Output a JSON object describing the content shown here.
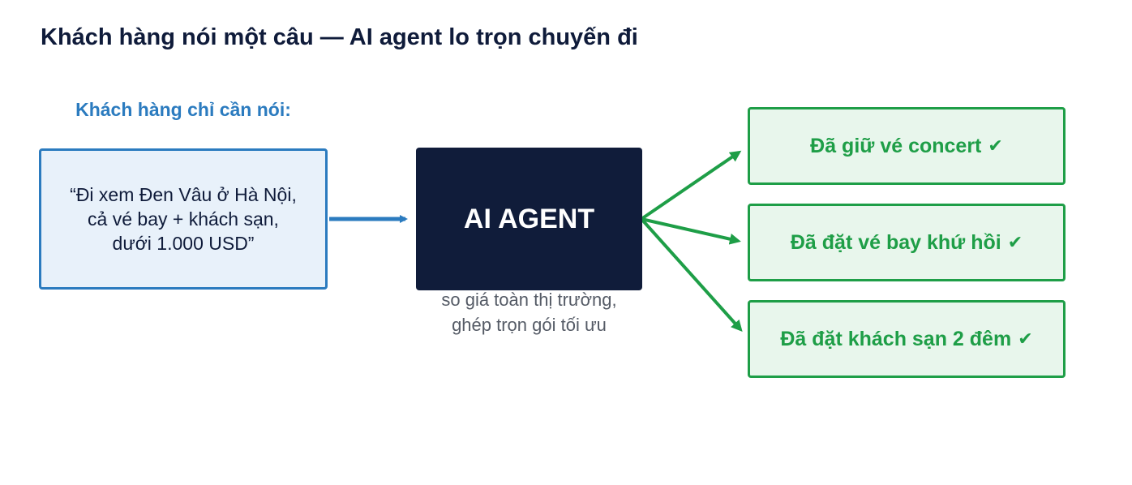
{
  "title": "Khách hàng nói một câu — AI agent lo trọn chuyến đi",
  "input": {
    "label": "Khách hàng chỉ cần nói:",
    "lines": [
      "“Đi xem Đen Vâu ở Hà Nội,",
      "cả vé bay + khách sạn,",
      "dưới 1.000 USD”"
    ]
  },
  "agent": {
    "title": "AI AGENT",
    "caption_lines": [
      "so giá toàn thị trường,",
      "ghép trọn gói tối ưu"
    ]
  },
  "results": [
    {
      "label": "Đã giữ vé concert"
    },
    {
      "label": "Đã đặt vé bay khứ hồi"
    },
    {
      "label": "Đã đặt khách sạn 2 đêm"
    }
  ],
  "colors": {
    "input_accent": "#2b7bbf",
    "input_fill": "#e8f1fa",
    "agent_fill": "#101c3a",
    "result_accent": "#1e9e47",
    "result_fill": "#e8f6ec",
    "title_text": "#0f1b3a"
  },
  "icons": {
    "result_check": "check-icon"
  }
}
